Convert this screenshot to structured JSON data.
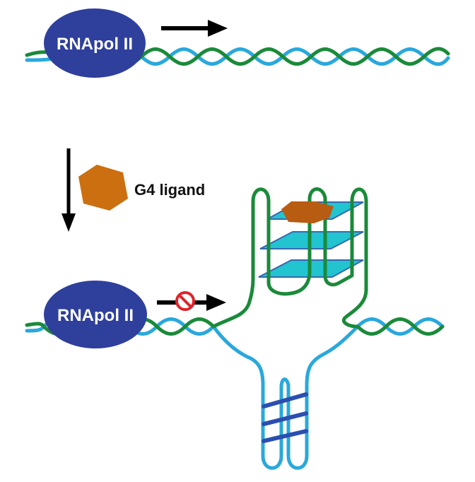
{
  "top_panel": {
    "polymerase_label": "RNApol II"
  },
  "ligand_legend": {
    "label": "G4 ligand"
  },
  "bottom_panel": {
    "polymerase_label": "RNApol II"
  },
  "colors": {
    "strand_green": "#1a8a3a",
    "strand_blue": "#29a8dc",
    "polymerase_fill": "#2e3f9c",
    "ligand_fill": "#cc6f10",
    "quartet_fill": "#21c4cf",
    "quartet_edge": "#3a66b0",
    "imotif_bar": "#2a4fb0",
    "arrow": "#000000",
    "block_sign": "#e0232a"
  }
}
